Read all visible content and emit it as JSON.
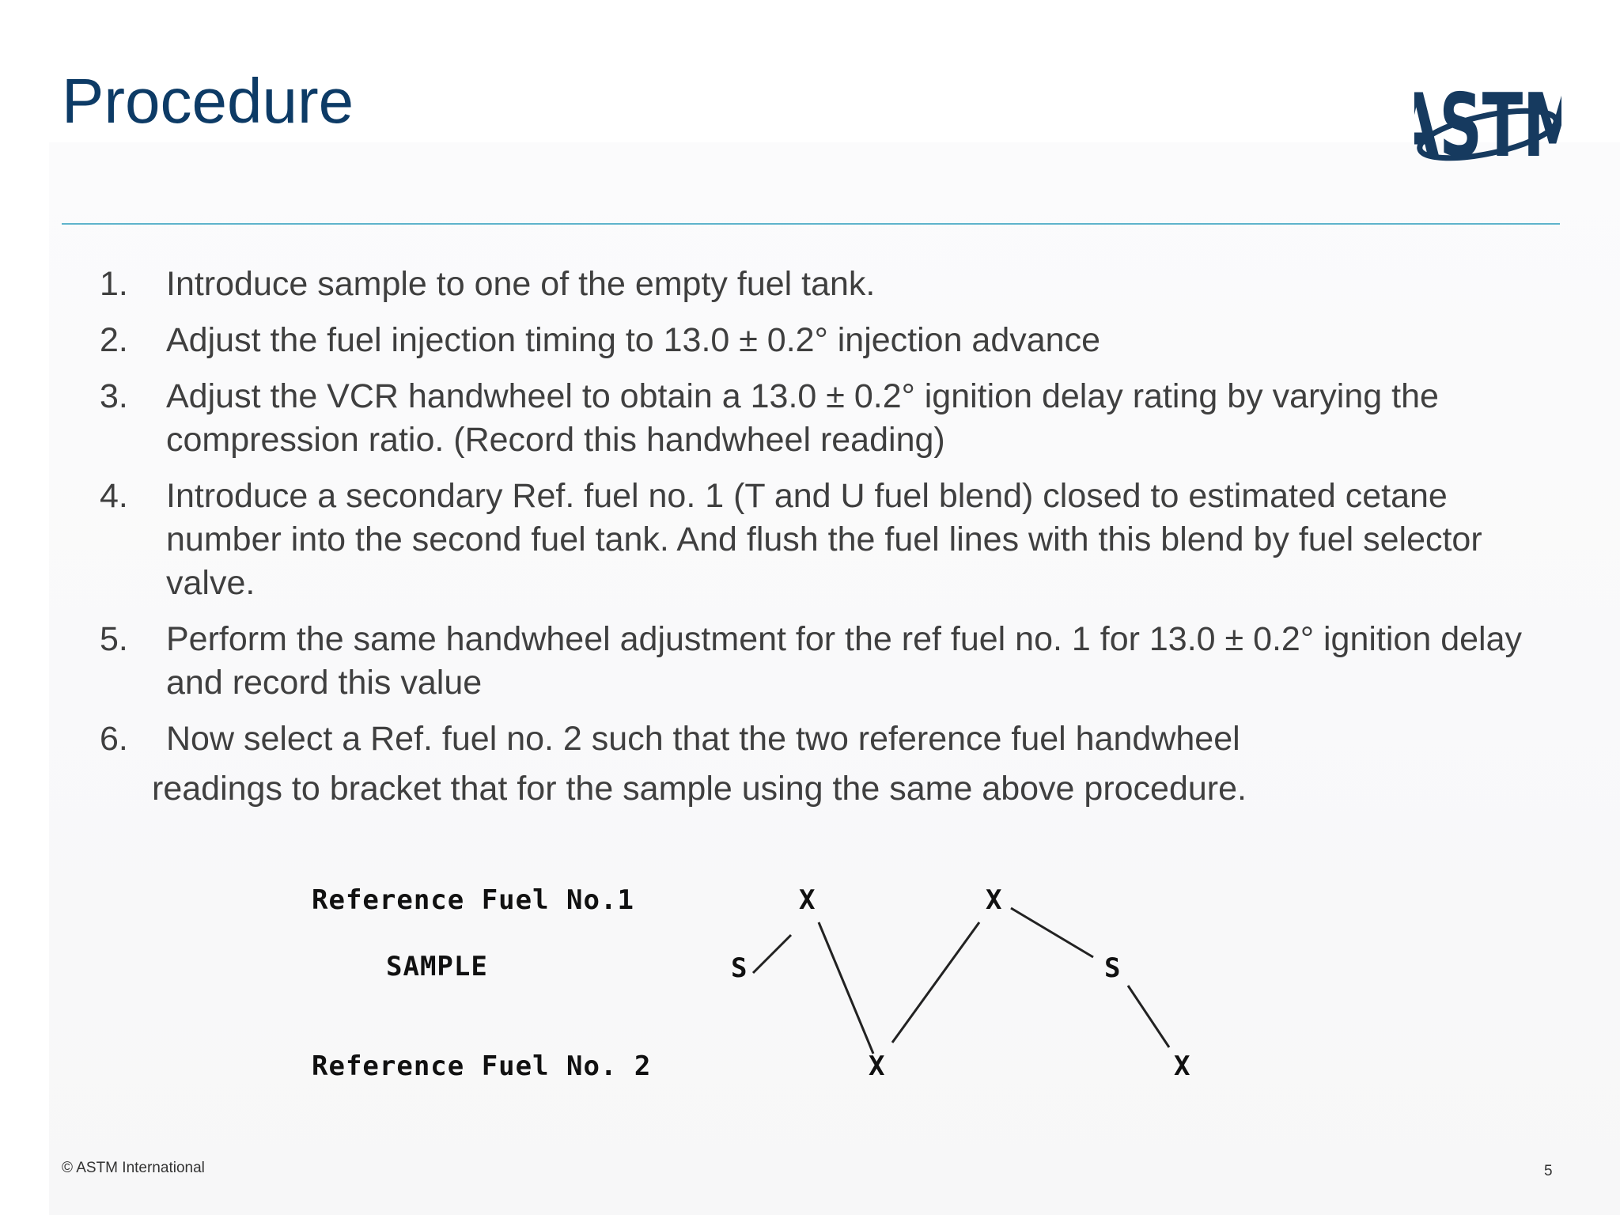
{
  "slide": {
    "title": "Procedure",
    "logo_text": "ASTM",
    "steps": [
      {
        "number": "1.",
        "text": "Introduce sample to one of the empty fuel tank."
      },
      {
        "number": "2.",
        "text": "Adjust the fuel injection timing to 13.0 ± 0.2° injection advance"
      },
      {
        "number": "3.",
        "text": "Adjust the VCR handwheel to obtain a 13.0 ± 0.2° ignition delay rating by varying the compression ratio. (Record this handwheel reading)"
      },
      {
        "number": "4.",
        "text": "Introduce a secondary Ref. fuel no. 1 (T and U fuel blend) closed to estimated cetane number into the second fuel tank. And flush the fuel lines with this blend by fuel selector valve."
      },
      {
        "number": "5.",
        "text": "Perform the same handwheel adjustment for the ref fuel no. 1 for 13.0 ± 0.2° ignition delay and record this value"
      },
      {
        "number": "6.",
        "text": "Now select a Ref. fuel no. 2 such that the two reference fuel handwheel"
      }
    ],
    "step6_continuation": "readings to bracket that for the sample using the same above procedure.",
    "footer_copyright": "© ASTM International",
    "page_number": "5"
  },
  "diagram": {
    "row_labels": {
      "ref1": "Reference Fuel No.1",
      "sample": "SAMPLE",
      "ref2": "Reference Fuel No. 2"
    },
    "sequence": [
      "S",
      "X",
      "X",
      "X",
      "S",
      "X"
    ],
    "sequence_rows": [
      "sample",
      "ref1",
      "ref2",
      "ref1",
      "sample",
      "ref2"
    ],
    "sample_mark": "S",
    "ref_mark": "X"
  },
  "colors": {
    "title": "#0d3b66",
    "rule": "#5fb4cc",
    "body_text": "#3f3f3f",
    "logo": "#163a5f"
  }
}
